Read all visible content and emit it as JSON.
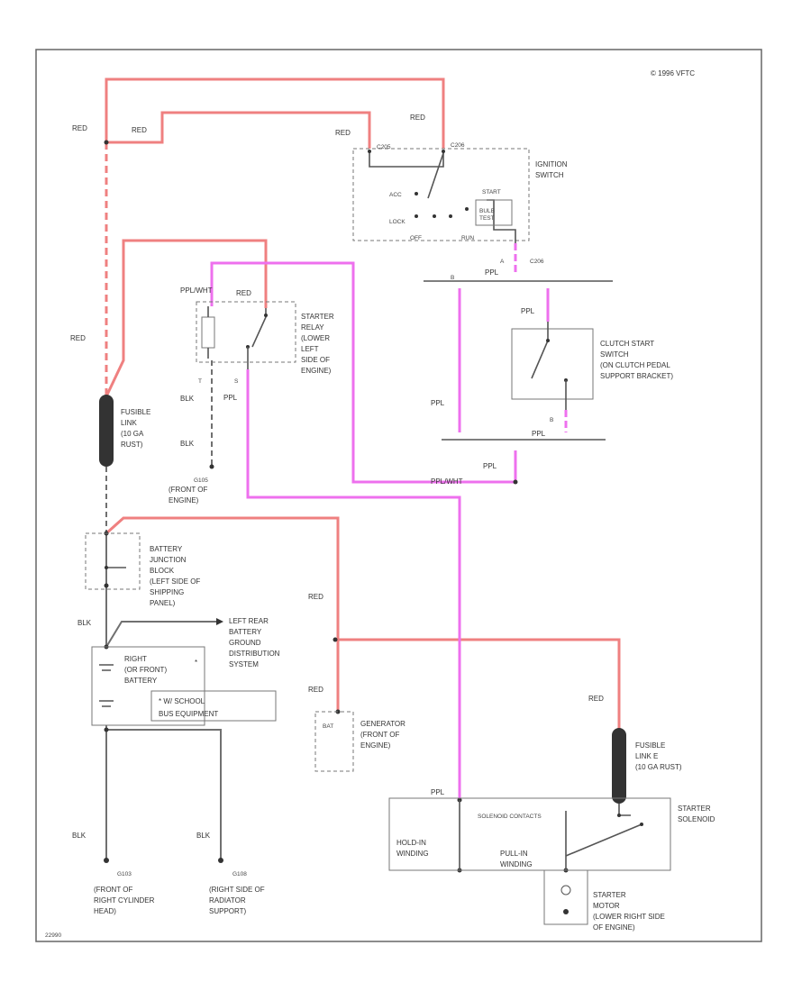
{
  "copyright": "© 1996 VFTC",
  "figure_id": "22990",
  "wires": {
    "red": "RED",
    "ppl": "PPL",
    "blk": "BLK",
    "ppl_wht": "PPL/WHT",
    "ppl_left": "PPL",
    "ppl_top": "PPL"
  },
  "ignition_switch": {
    "label_1": "IGNITION",
    "label_2": "SWITCH",
    "c_left": "C205",
    "c_right": "C206",
    "pos_acc": "ACC",
    "pos_lock": "LOCK",
    "pos_off": "OFF",
    "pos_start": "START",
    "pos_bulb_test": "BULB",
    "pos_bulb_test2": "TEST",
    "pos_run": "RUN",
    "connector": "C206",
    "pin_a": "A",
    "pin_b": "B"
  },
  "starter_relay": {
    "label_1": "STARTER",
    "label_2": "RELAY",
    "label_3": "(LOWER",
    "label_4": "LEFT",
    "label_5": "SIDE OF",
    "label_6": "ENGINE)",
    "pin_t": "T",
    "pin_s": "S"
  },
  "clutch_switch": {
    "label_1": "CLUTCH START",
    "label_2": "SWITCH",
    "label_3": "(ON CLUTCH PEDAL",
    "label_4": "SUPPORT BRACKET)",
    "pin_b": "B"
  },
  "fusible_link_1": {
    "label_1": "FUSIBLE",
    "label_2": "LINK",
    "label_3": "(10 GA",
    "label_4": "RUST)"
  },
  "fusible_link_2": {
    "label_1": "FUSIBLE",
    "label_2": "LINK E",
    "label_3": "(10 GA RUST)"
  },
  "ground_g105": {
    "id": "G105",
    "label_1": "(FRONT OF",
    "label_2": "ENGINE)"
  },
  "battery_junction": {
    "label_1": "BATTERY",
    "label_2": "JUNCTION",
    "label_3": "BLOCK",
    "label_4": "(LEFT SIDE OF",
    "label_5": "SHIPPING",
    "label_6": "PANEL)"
  },
  "ground_distribution": {
    "label_1": "LEFT REAR",
    "label_2": "BATTERY",
    "label_3": "GROUND",
    "label_4": "DISTRIBUTION",
    "label_5": "SYSTEM",
    "note": "*"
  },
  "battery": {
    "label_1": "RIGHT",
    "label_2": "(OR FRONT)",
    "label_3": "BATTERY",
    "note_1": "* W/ SCHOOL",
    "note_2": "BUS EQUIPMENT"
  },
  "generator": {
    "terminal": "BAT",
    "label_1": "GENERATOR",
    "label_2": "(FRONT OF",
    "label_3": "ENGINE)"
  },
  "starter_solenoid": {
    "label_1": "STARTER",
    "label_2": "SOLENOID",
    "contacts": "SOLENOID CONTACTS",
    "hold_in_1": "HOLD-IN",
    "hold_in_2": "WINDING",
    "pull_in_1": "PULL-IN",
    "pull_in_2": "WINDING"
  },
  "starter_motor": {
    "label_1": "STARTER",
    "label_2": "MOTOR",
    "label_3": "(LOWER RIGHT SIDE",
    "label_4": "OF ENGINE)"
  },
  "ground_g103": {
    "id": "G103",
    "label_1": "(FRONT OF",
    "label_2": "RIGHT CYLINDER",
    "label_3": "HEAD)"
  },
  "ground_g108": {
    "id": "G108",
    "label_1": "(RIGHT SIDE OF",
    "label_2": "RADIATOR",
    "label_3": "SUPPORT)"
  }
}
